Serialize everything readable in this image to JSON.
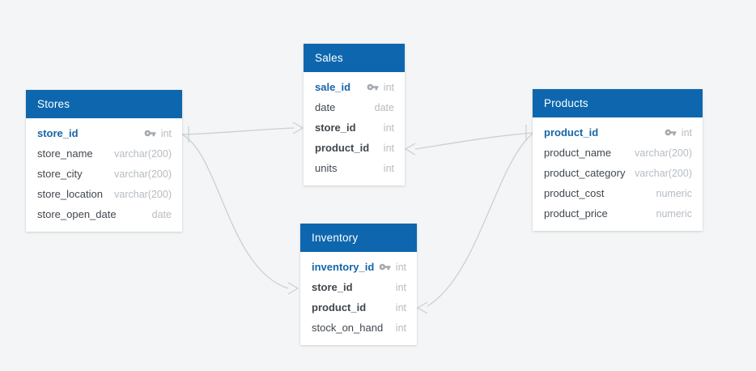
{
  "diagram": {
    "kind": "entity-relationship-diagram",
    "background_color": "#f4f5f6",
    "header_color": "#0e67ae",
    "primary_key_text_color": "#1765a8",
    "field_text_color": "#40474e",
    "type_text_color": "#b6bcc2",
    "connector_color": "#cbd0d2"
  },
  "tables": [
    {
      "title": "Stores",
      "fields": [
        {
          "name": "store_id",
          "type": "int",
          "pk": true
        },
        {
          "name": "store_name",
          "type": "varchar(200)"
        },
        {
          "name": "store_city",
          "type": "varchar(200)"
        },
        {
          "name": "store_location",
          "type": "varchar(200)"
        },
        {
          "name": "store_open_date",
          "type": "date"
        }
      ]
    },
    {
      "title": "Sales",
      "fields": [
        {
          "name": "sale_id",
          "type": "int",
          "pk": true
        },
        {
          "name": "date",
          "type": "date"
        },
        {
          "name": "store_id",
          "type": "int",
          "fk": true
        },
        {
          "name": "product_id",
          "type": "int",
          "fk": true
        },
        {
          "name": "units",
          "type": "int"
        }
      ]
    },
    {
      "title": "Products",
      "fields": [
        {
          "name": "product_id",
          "type": "int",
          "pk": true
        },
        {
          "name": "product_name",
          "type": "varchar(200)"
        },
        {
          "name": "product_category",
          "type": "varchar(200)"
        },
        {
          "name": "product_cost",
          "type": "numeric"
        },
        {
          "name": "product_price",
          "type": "numeric"
        }
      ]
    },
    {
      "title": "Inventory",
      "fields": [
        {
          "name": "inventory_id",
          "type": "int",
          "pk": true
        },
        {
          "name": "store_id",
          "type": "int",
          "fk": true
        },
        {
          "name": "product_id",
          "type": "int",
          "fk": true
        },
        {
          "name": "stock_on_hand",
          "type": "int"
        }
      ]
    }
  ],
  "relationships": [
    {
      "from": "Stores.store_id",
      "to": "Sales.store_id",
      "from_marker": "one-tick",
      "to_marker": "arrow"
    },
    {
      "from": "Stores.store_id",
      "to": "Inventory.store_id",
      "from_marker": "one-tick",
      "to_marker": "arrow"
    },
    {
      "from": "Products.product_id",
      "to": "Sales.product_id",
      "from_marker": "one-tick",
      "to_marker": "arrow"
    },
    {
      "from": "Products.product_id",
      "to": "Inventory.product_id",
      "from_marker": "one-tick",
      "to_marker": "arrow"
    }
  ]
}
